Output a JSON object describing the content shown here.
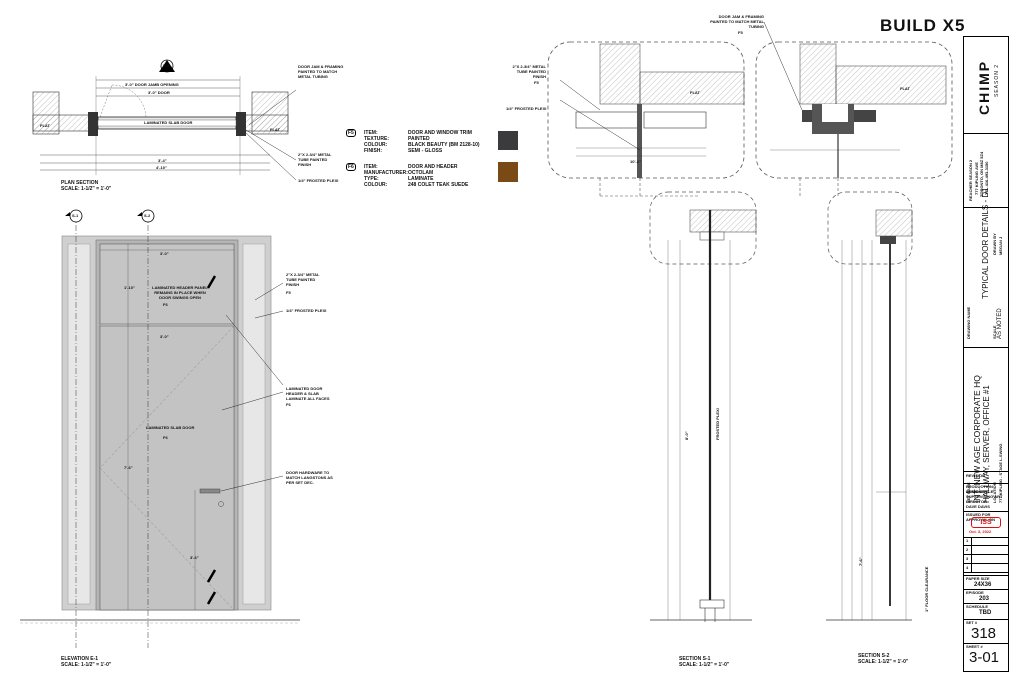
{
  "header": {
    "build": "BUILD X5"
  },
  "title_block": {
    "logo": "CHIMP",
    "season": "SEASON 2",
    "client": [
      "REACHER SEASON 2",
      "777 KIPLING AVE",
      "TORONTO, ON M8Z 5Z4",
      "TEL 416-493-3150"
    ],
    "sheet_title": "TYPICAL DOOR DETAILS - D1",
    "scale_label": "SCALE",
    "scale_value": "AS NOTED",
    "drawn_by": "DRAWN BY",
    "drawn_name": "MEGAN J",
    "drawing_name_label": "DRAWING NAME",
    "set_name_label": "SET NAME",
    "set_name_1": "INT. NEW AGE CORPORATE HQ",
    "set_name_2": "HALLWAY, SERVER, OFFICE #1",
    "location_label": "LOCATION",
    "location_value": "777 KIPLING - STAGE L-SWING",
    "revision_label": "REVISION",
    "production_designer": "PRODUCTION DESIGNER",
    "pd_name": "ANNIE DOYLE",
    "art_director": "SUPERVISING ART DIRECTOR",
    "ad_name": "DAVE DAVIS",
    "issued_label": "ISSUED FOR APPROVAL ON",
    "iss": "ISS",
    "iss_date": "Oct. 3, 2022",
    "rev_rows": [
      "1",
      "2",
      "3",
      "4"
    ],
    "paper_size_label": "PAPER SIZE",
    "paper_size": "24X36",
    "episode_label": "EPISODE",
    "episode": "203",
    "schedule_label": "SCHEDULE",
    "schedule": "TBD",
    "set_label": "SET #",
    "set_number": "318",
    "sheet_label": "SHEET #",
    "sheet_number": "3-01"
  },
  "legend": [
    {
      "tag": "F5",
      "rows": [
        [
          "ITEM:",
          "DOOR AND WINDOW TRIM"
        ],
        [
          "TEXTURE:",
          "PAINTED"
        ],
        [
          "COLOUR:",
          "BLACK BEAUTY (BM 2128-10)"
        ],
        [
          "FINISH:",
          "SEMI - GLOSS"
        ]
      ],
      "swatch": "#3b3b3d"
    },
    {
      "tag": "F6",
      "rows": [
        [
          "ITEM:",
          "DOOR AND HEADER"
        ],
        [
          "MANUFACTURER:",
          "OCTOLAM"
        ],
        [
          "TYPE:",
          "LAMINATE"
        ],
        [
          "COLOUR:",
          "248 COLET TEAK SUEDE"
        ]
      ],
      "swatch": "#7a4a16"
    }
  ],
  "plan": {
    "section_tag": "E-1",
    "caption": "PLAN SECTION",
    "scale": "SCALE: 1-1/2\" = 1'-0\"",
    "door_label": "LAMINATED SLAB DOOR",
    "flat": "FLAT",
    "note_jamb": "DOOR JAM & FRAMING PAINTED TO MATCH METAL TUBING",
    "note_tube": "2\"X 2-3/4\" METAL TUBE PAINTED FINISH",
    "note_plexi": "1/4\" FROSTED PLEXI",
    "dim_opening": "3'-0\" DOOR JAMB OPENING",
    "dim_door": "3'-0\" DOOR",
    "dim_total": "4'-10\"",
    "dim_mid": "3'-4\""
  },
  "elevation": {
    "tags": [
      "S-1",
      "S-2"
    ],
    "caption": "ELEVATION E-1",
    "scale": "SCALE: 1-1/2\" = 1'-0\"",
    "note_header": "LAMINATED HEADER PANEL REMAINS IN PLACE WHEN DOOR SWINGS OPEN",
    "note_door": "LAMINATED SLAB DOOR",
    "note_lam": "LAMINATED DOOR HEADER & SLAB LAMINATE ALL FACES",
    "note_hw": "DOOR HARDWARE TO MATCH LANGSTONS AS PER SET DEC.",
    "note_tube": "2\"X 2-3/4\" METAL TUBE PAINTED FINISH",
    "note_plexi": "1/4\" FROSTED PLEXI",
    "tag_f5": "F5",
    "tag_f6": "F6",
    "dim_w": "3'-0\"",
    "dim_h": "7'-6\"",
    "dim_head": "1'-10\"",
    "dim_hw": "3'-6\""
  },
  "sections": {
    "caption1": "SECTION S-1",
    "caption2": "SECTION S-2",
    "scale": "SCALE: 1-1/2\" = 1'-0\"",
    "note_jamb": "DOOR JAM & FRAMING PAINTED TO MATCH METAL TUBING",
    "note_tube": "2\"X 2-3/4\" METAL TUBE PAINTED FINISH",
    "note_plexi": "1/4\" FROSTED PLEXI",
    "flat": "FLAT",
    "plexi_vert": "FROSTED PLEXI",
    "clearance": "1\" FLOOR CLEARANCE",
    "dim_s1": "8'-0\"",
    "dim_s2": "7'-6\"",
    "dim_total": "10'-1\""
  }
}
